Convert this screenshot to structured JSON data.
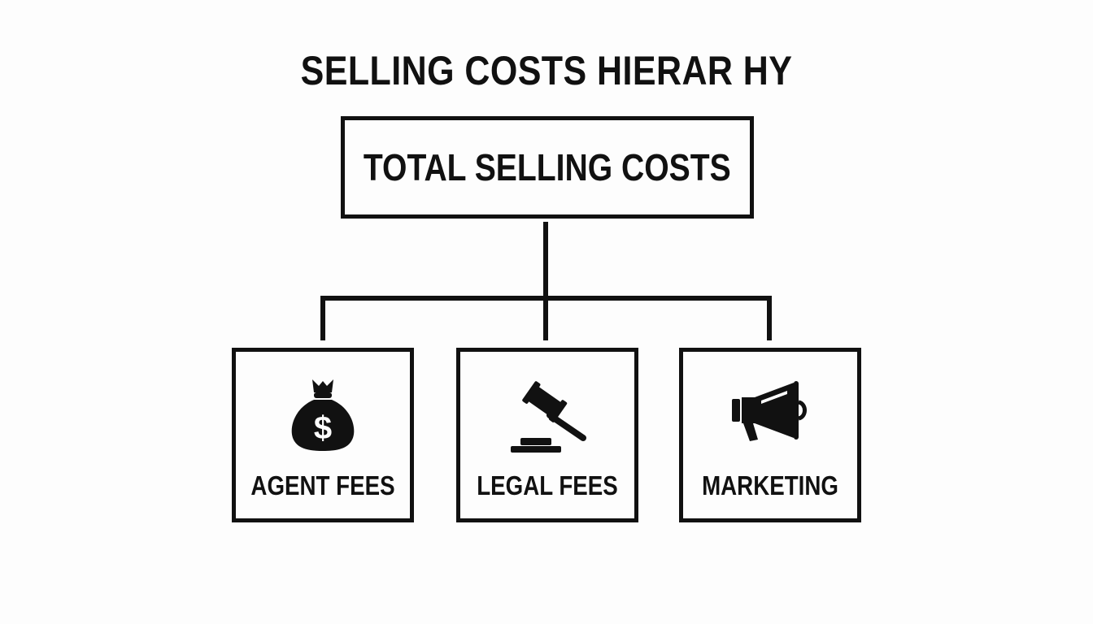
{
  "diagram": {
    "title": "SELLING COSTS HIERAR HY",
    "root": {
      "label": "TOTAL SELLING COSTS"
    },
    "children": [
      {
        "label": "AGENT FEES",
        "icon": "money-bag-icon"
      },
      {
        "label": "LEGAL FEES",
        "icon": "gavel-icon"
      },
      {
        "label": "MARKETING",
        "icon": "megaphone-icon"
      }
    ],
    "colors": {
      "stroke": "#111111",
      "background": "#fdfdfd"
    }
  }
}
